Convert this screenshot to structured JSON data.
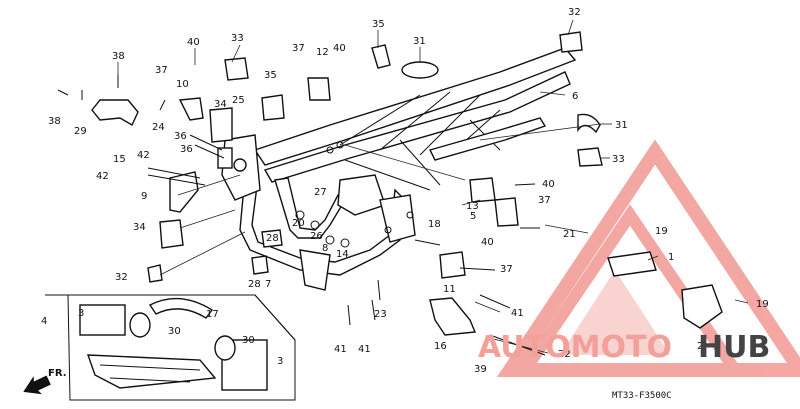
{
  "diagram": {
    "labels": [
      {
        "text": "32"
      },
      {
        "text": "33"
      },
      {
        "text": "35"
      },
      {
        "text": "31"
      },
      {
        "text": "38"
      },
      {
        "text": "40"
      },
      {
        "text": "37"
      },
      {
        "text": "12"
      },
      {
        "text": "40"
      },
      {
        "text": "37"
      },
      {
        "text": "10"
      },
      {
        "text": "38"
      },
      {
        "text": "29"
      },
      {
        "text": "35"
      },
      {
        "text": "6"
      },
      {
        "text": "34"
      },
      {
        "text": "25"
      },
      {
        "text": "24"
      },
      {
        "text": "36"
      },
      {
        "text": "36"
      },
      {
        "text": "15"
      },
      {
        "text": "42"
      },
      {
        "text": "42"
      },
      {
        "text": "31"
      },
      {
        "text": "9"
      },
      {
        "text": "33"
      },
      {
        "text": "27"
      },
      {
        "text": "40"
      },
      {
        "text": "34"
      },
      {
        "text": "20"
      },
      {
        "text": "13"
      },
      {
        "text": "28"
      },
      {
        "text": "26"
      },
      {
        "text": "37"
      },
      {
        "text": "5"
      },
      {
        "text": "8"
      },
      {
        "text": "14"
      },
      {
        "text": "18"
      },
      {
        "text": "21"
      },
      {
        "text": "19"
      },
      {
        "text": "32"
      },
      {
        "text": "40"
      },
      {
        "text": "28"
      },
      {
        "text": "7"
      },
      {
        "text": "1"
      },
      {
        "text": "37"
      },
      {
        "text": "11"
      },
      {
        "text": "23"
      },
      {
        "text": "3"
      },
      {
        "text": "17"
      },
      {
        "text": "41"
      },
      {
        "text": "19"
      },
      {
        "text": "4"
      },
      {
        "text": "30"
      },
      {
        "text": "41"
      },
      {
        "text": "41"
      },
      {
        "text": "16"
      },
      {
        "text": "2"
      },
      {
        "text": "30"
      },
      {
        "text": "22"
      },
      {
        "text": "3"
      },
      {
        "text": "39"
      }
    ],
    "direction_marker": "FR.",
    "drawing_code": "MT33-F3500C",
    "watermark": {
      "text_part1": "AUTOMOTO",
      "text_part2": "HUB",
      "color_part1": "#f4a09a",
      "color_part2": "#444444",
      "triangle_color": "#f08a84"
    }
  }
}
